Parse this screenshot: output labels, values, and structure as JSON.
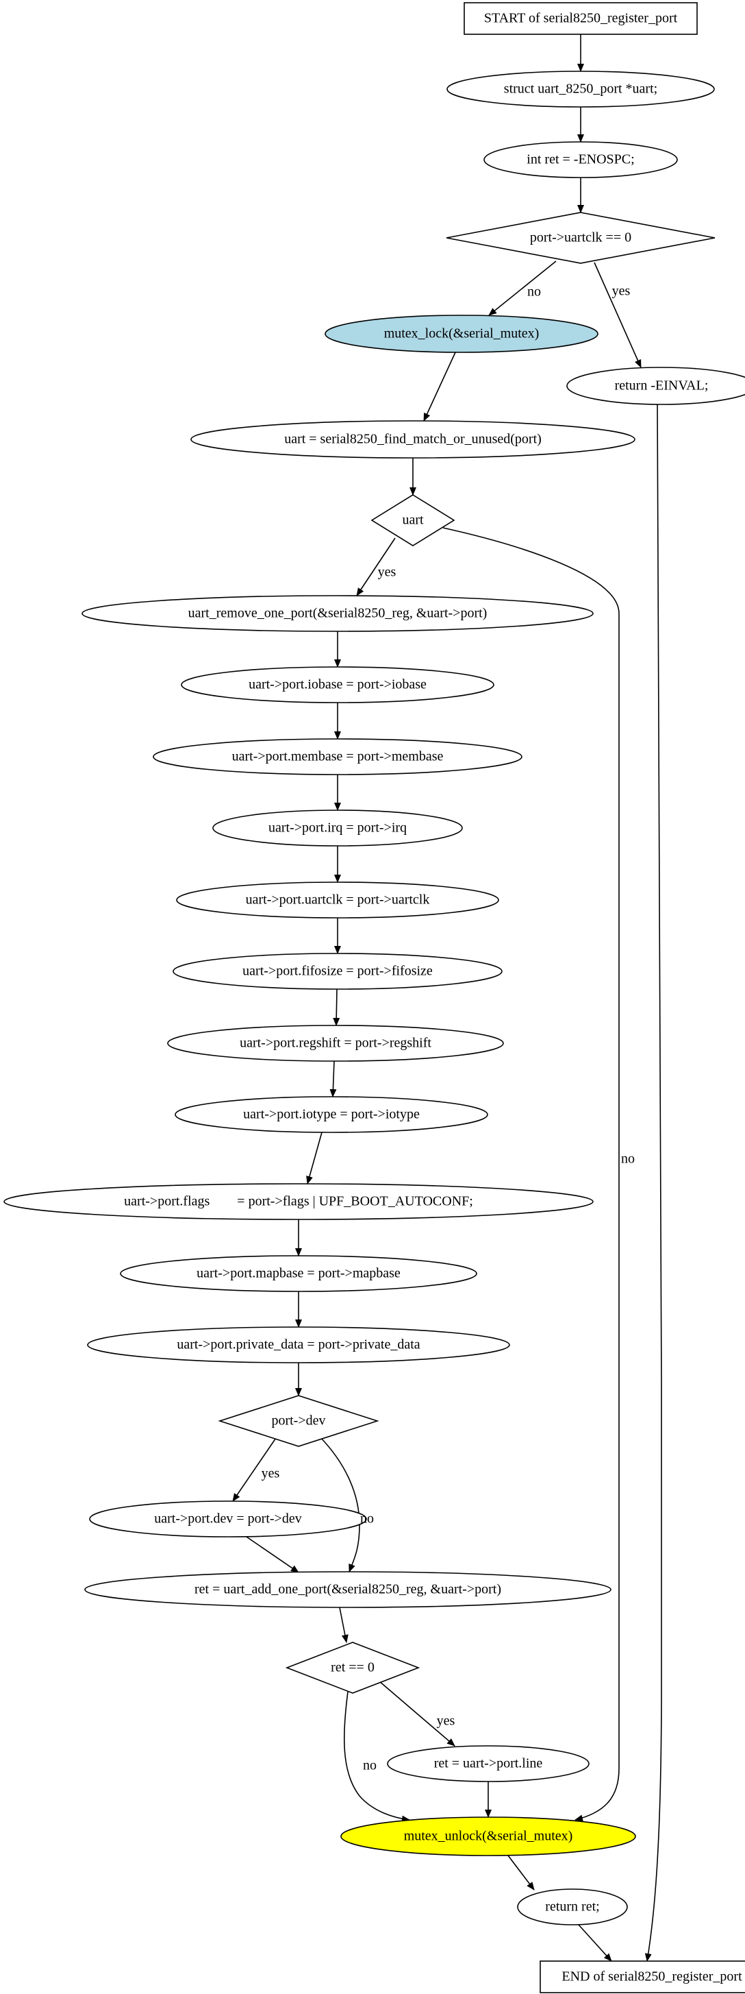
{
  "diagram": {
    "type": "flowchart",
    "nodes": [
      {
        "id": "start",
        "shape": "box",
        "label": "START of serial8250_register_port"
      },
      {
        "id": "n1",
        "shape": "ellipse",
        "label": "struct uart_8250_port *uart;"
      },
      {
        "id": "n2",
        "shape": "ellipse",
        "label": "int ret = -ENOSPC;"
      },
      {
        "id": "d1",
        "shape": "diamond",
        "label": "port->uartclk == 0"
      },
      {
        "id": "lock",
        "shape": "ellipse",
        "label": "mutex_lock(&serial_mutex)",
        "fill": "#add8e6"
      },
      {
        "id": "einval",
        "shape": "ellipse",
        "label": "return -EINVAL;"
      },
      {
        "id": "n3",
        "shape": "ellipse",
        "label": "uart = serial8250_find_match_or_unused(port)"
      },
      {
        "id": "d2",
        "shape": "diamond",
        "label": "uart"
      },
      {
        "id": "n4",
        "shape": "ellipse",
        "label": "uart_remove_one_port(&serial8250_reg, &uart->port)"
      },
      {
        "id": "n5",
        "shape": "ellipse",
        "label": "uart->port.iobase = port->iobase"
      },
      {
        "id": "n6",
        "shape": "ellipse",
        "label": "uart->port.membase = port->membase"
      },
      {
        "id": "n7",
        "shape": "ellipse",
        "label": "uart->port.irq = port->irq"
      },
      {
        "id": "n8",
        "shape": "ellipse",
        "label": "uart->port.uartclk = port->uartclk"
      },
      {
        "id": "n9",
        "shape": "ellipse",
        "label": "uart->port.fifosize = port->fifosize"
      },
      {
        "id": "n10",
        "shape": "ellipse",
        "label": "uart->port.regshift = port->regshift"
      },
      {
        "id": "n11",
        "shape": "ellipse",
        "label": "uart->port.iotype = port->iotype"
      },
      {
        "id": "n12",
        "shape": "ellipse",
        "label": "uart->port.flags        = port->flags | UPF_BOOT_AUTOCONF;"
      },
      {
        "id": "n13",
        "shape": "ellipse",
        "label": "uart->port.mapbase = port->mapbase"
      },
      {
        "id": "n14",
        "shape": "ellipse",
        "label": "uart->port.private_data = port->private_data"
      },
      {
        "id": "d3",
        "shape": "diamond",
        "label": "port->dev"
      },
      {
        "id": "n15",
        "shape": "ellipse",
        "label": "uart->port.dev = port->dev"
      },
      {
        "id": "n16",
        "shape": "ellipse",
        "label": "ret = uart_add_one_port(&serial8250_reg, &uart->port)"
      },
      {
        "id": "d4",
        "shape": "diamond",
        "label": "ret == 0"
      },
      {
        "id": "n17",
        "shape": "ellipse",
        "label": "ret = uart->port.line"
      },
      {
        "id": "unlock",
        "shape": "ellipse",
        "label": "mutex_unlock(&serial_mutex)",
        "fill": "#ffff00"
      },
      {
        "id": "n18",
        "shape": "ellipse",
        "label": "return ret;"
      },
      {
        "id": "end",
        "shape": "box",
        "label": "END of serial8250_register_port"
      }
    ],
    "edges": [
      {
        "from": "start",
        "to": "n1",
        "label": ""
      },
      {
        "from": "n1",
        "to": "n2",
        "label": ""
      },
      {
        "from": "n2",
        "to": "d1",
        "label": ""
      },
      {
        "from": "d1",
        "to": "lock",
        "label": "no"
      },
      {
        "from": "d1",
        "to": "einval",
        "label": "yes"
      },
      {
        "from": "einval",
        "to": "end",
        "label": ""
      },
      {
        "from": "lock",
        "to": "n3",
        "label": ""
      },
      {
        "from": "n3",
        "to": "d2",
        "label": ""
      },
      {
        "from": "d2",
        "to": "n4",
        "label": "yes"
      },
      {
        "from": "d2",
        "to": "unlock",
        "label": "no"
      },
      {
        "from": "n4",
        "to": "n5",
        "label": ""
      },
      {
        "from": "n5",
        "to": "n6",
        "label": ""
      },
      {
        "from": "n6",
        "to": "n7",
        "label": ""
      },
      {
        "from": "n7",
        "to": "n8",
        "label": ""
      },
      {
        "from": "n8",
        "to": "n9",
        "label": ""
      },
      {
        "from": "n9",
        "to": "n10",
        "label": ""
      },
      {
        "from": "n10",
        "to": "n11",
        "label": ""
      },
      {
        "from": "n11",
        "to": "n12",
        "label": ""
      },
      {
        "from": "n12",
        "to": "n13",
        "label": ""
      },
      {
        "from": "n13",
        "to": "n14",
        "label": ""
      },
      {
        "from": "n14",
        "to": "d3",
        "label": ""
      },
      {
        "from": "d3",
        "to": "n15",
        "label": "yes"
      },
      {
        "from": "d3",
        "to": "n16",
        "label": "no"
      },
      {
        "from": "n15",
        "to": "n16",
        "label": ""
      },
      {
        "from": "n16",
        "to": "d4",
        "label": ""
      },
      {
        "from": "d4",
        "to": "n17",
        "label": "yes"
      },
      {
        "from": "d4",
        "to": "unlock",
        "label": "no"
      },
      {
        "from": "n17",
        "to": "unlock",
        "label": ""
      },
      {
        "from": "unlock",
        "to": "n18",
        "label": ""
      },
      {
        "from": "n18",
        "to": "end",
        "label": ""
      }
    ]
  }
}
